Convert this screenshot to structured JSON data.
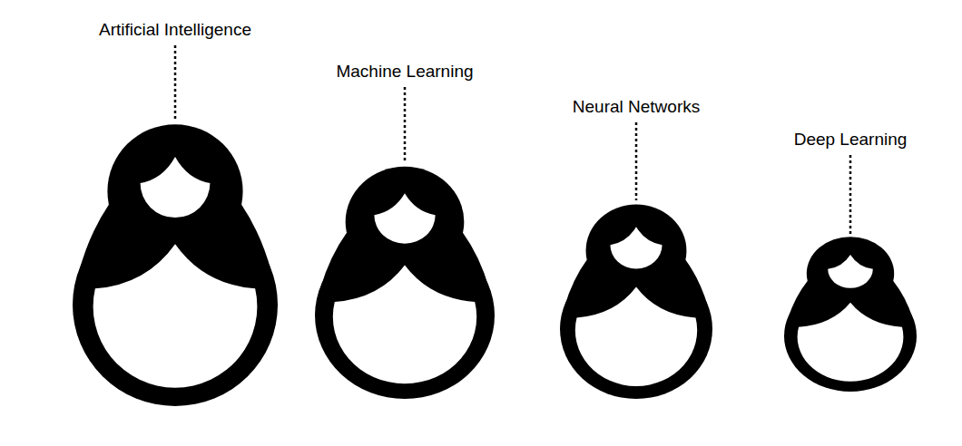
{
  "diagram": {
    "nodes": [
      {
        "text": [
          "Artificial Intelligence"
        ]
      },
      {
        "text": [
          "Machine Learning"
        ]
      },
      {
        "text": [
          "Neural Networks"
        ]
      },
      {
        "text": [
          "Deep Learning"
        ]
      }
    ]
  }
}
